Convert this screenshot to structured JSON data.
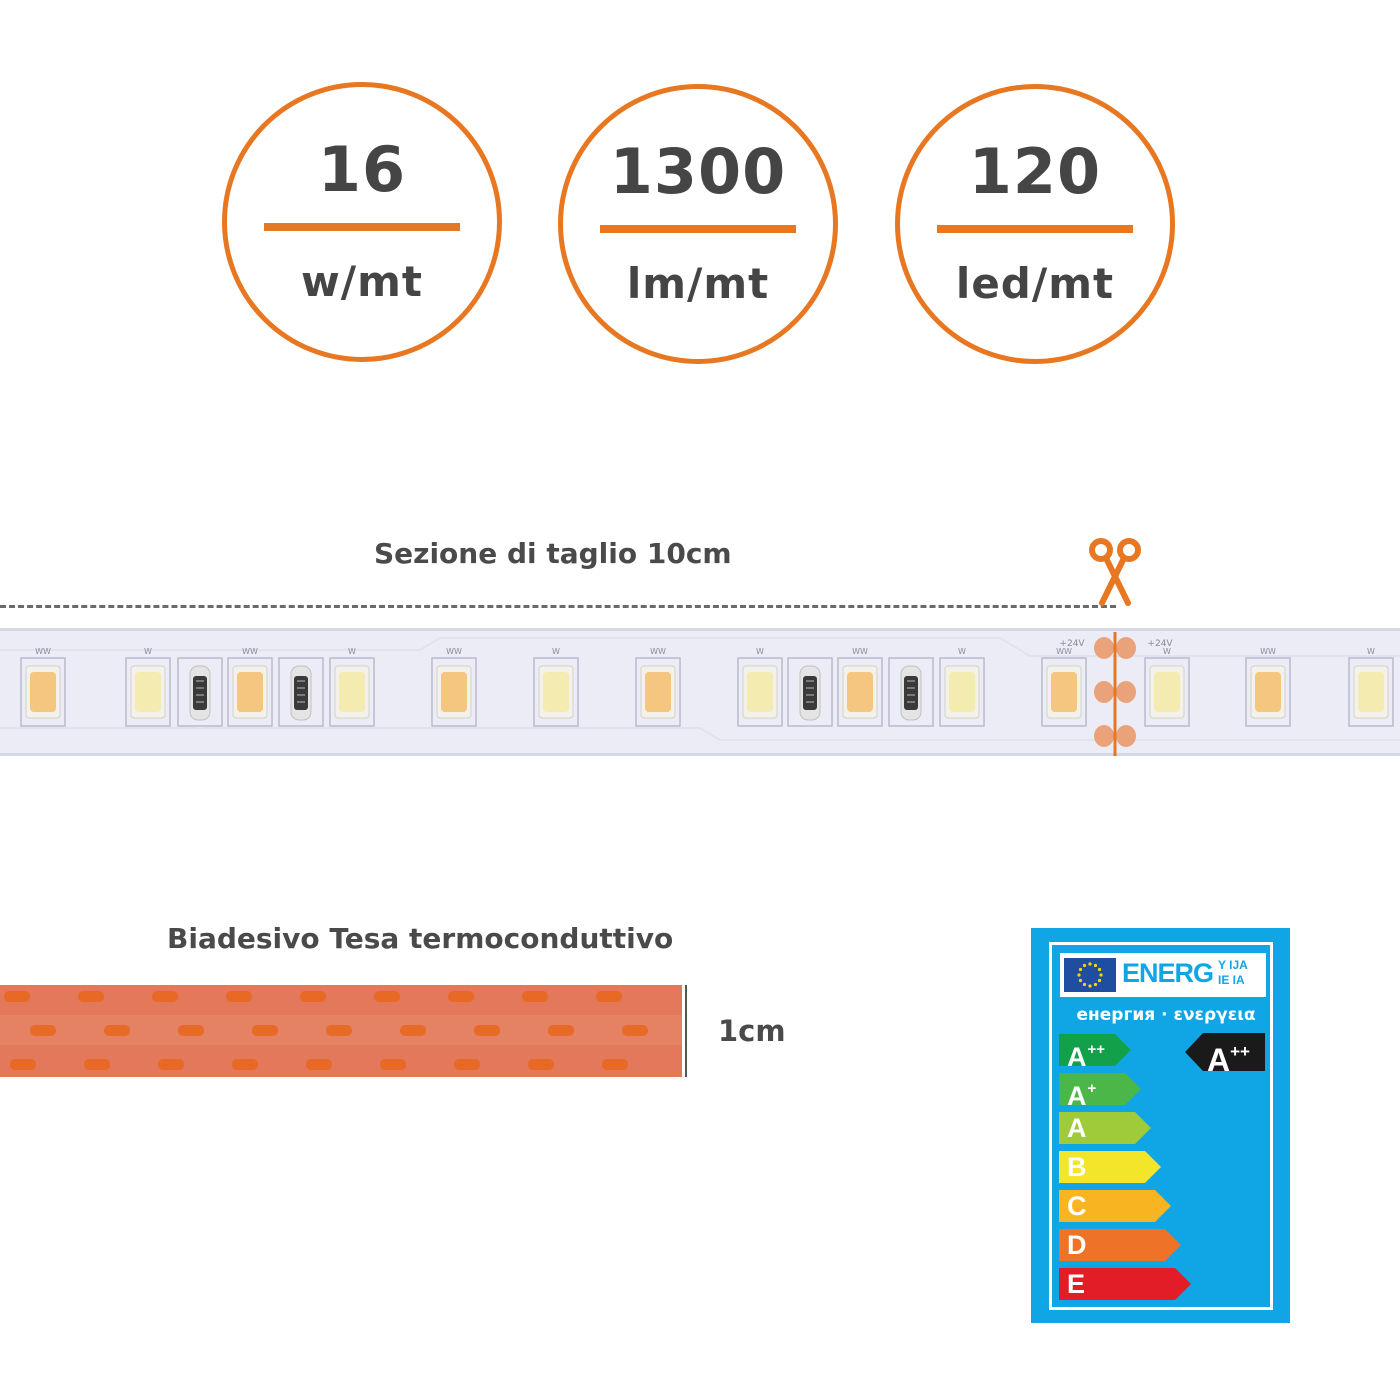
{
  "specs": [
    {
      "value": "16",
      "unit": "w/mt"
    },
    {
      "value": "1300",
      "unit": "lm/mt"
    },
    {
      "value": "120",
      "unit": "led/mt"
    }
  ],
  "cut_section": {
    "caption": "Sezione di taglio 10cm",
    "icon": "scissors-icon",
    "pad_label": "+24V",
    "chip_labels": [
      "WW",
      "W"
    ]
  },
  "tape": {
    "caption": "Biadesivo Tesa termoconduttivo",
    "width_label": "1cm"
  },
  "energy_label": {
    "title": "ENERG",
    "title_suffix_top": "Y IJA",
    "title_suffix_bottom": "IE IA",
    "subtitle": "енергия · ενεργεια",
    "rating_base": "A",
    "rating_sup": "++",
    "classes": [
      {
        "base": "A",
        "sup": "++",
        "color": "#12a14a"
      },
      {
        "base": "A",
        "sup": "+",
        "color": "#4bb748"
      },
      {
        "base": "A",
        "sup": "",
        "color": "#9fcb3b"
      },
      {
        "base": "B",
        "sup": "",
        "color": "#f2e52a"
      },
      {
        "base": "C",
        "sup": "",
        "color": "#f9b421"
      },
      {
        "base": "D",
        "sup": "",
        "color": "#ee7326"
      },
      {
        "base": "E",
        "sup": "",
        "color": "#e21d27"
      }
    ]
  },
  "colors": {
    "accent": "#e87722",
    "text": "#4a4a4a",
    "energy_background": "#10a6e6",
    "tape": "#e3795a",
    "strip": "#ececf6"
  }
}
